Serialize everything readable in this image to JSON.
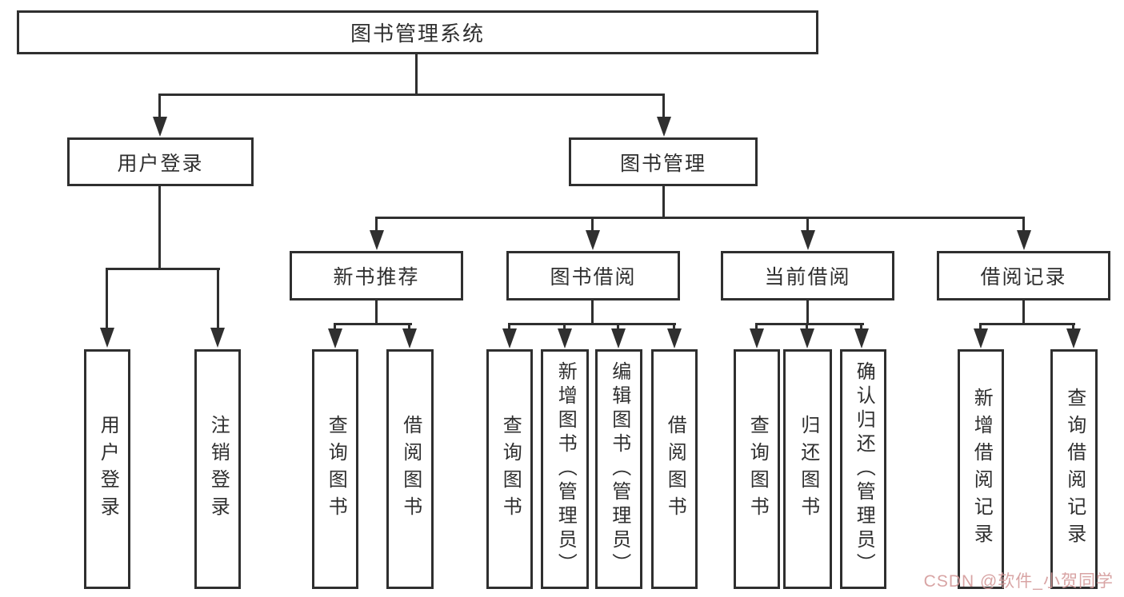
{
  "diagram": {
    "title": "图书管理系统",
    "level2": [
      {
        "label": "用户登录"
      },
      {
        "label": "图书管理"
      }
    ],
    "level3": [
      {
        "label": "新书推荐"
      },
      {
        "label": "图书借阅"
      },
      {
        "label": "当前借阅"
      },
      {
        "label": "借阅记录"
      }
    ],
    "leaves": {
      "user_login": [
        {
          "label": "用户登录"
        },
        {
          "label": "注销登录"
        }
      ],
      "new_book_recommend": [
        {
          "label": "查询图书"
        },
        {
          "label": "借阅图书"
        }
      ],
      "book_borrow": [
        {
          "label": "查询图书"
        },
        {
          "label": "新增图书（管理员）"
        },
        {
          "label": "编辑图书（管理员）"
        },
        {
          "label": "借阅图书"
        }
      ],
      "current_borrow": [
        {
          "label": "查询图书"
        },
        {
          "label": "归还图书"
        },
        {
          "label": "确认归还（管理员）"
        }
      ],
      "borrow_record": [
        {
          "label": "新增借阅记录"
        },
        {
          "label": "查询借阅记录"
        }
      ]
    },
    "watermark": "CSDN @软件_小贺同学",
    "colors": {
      "line": "#2f2f2f",
      "text": "#2f2f2f",
      "watermark": "#d49a9a",
      "background": "#ffffff"
    }
  }
}
